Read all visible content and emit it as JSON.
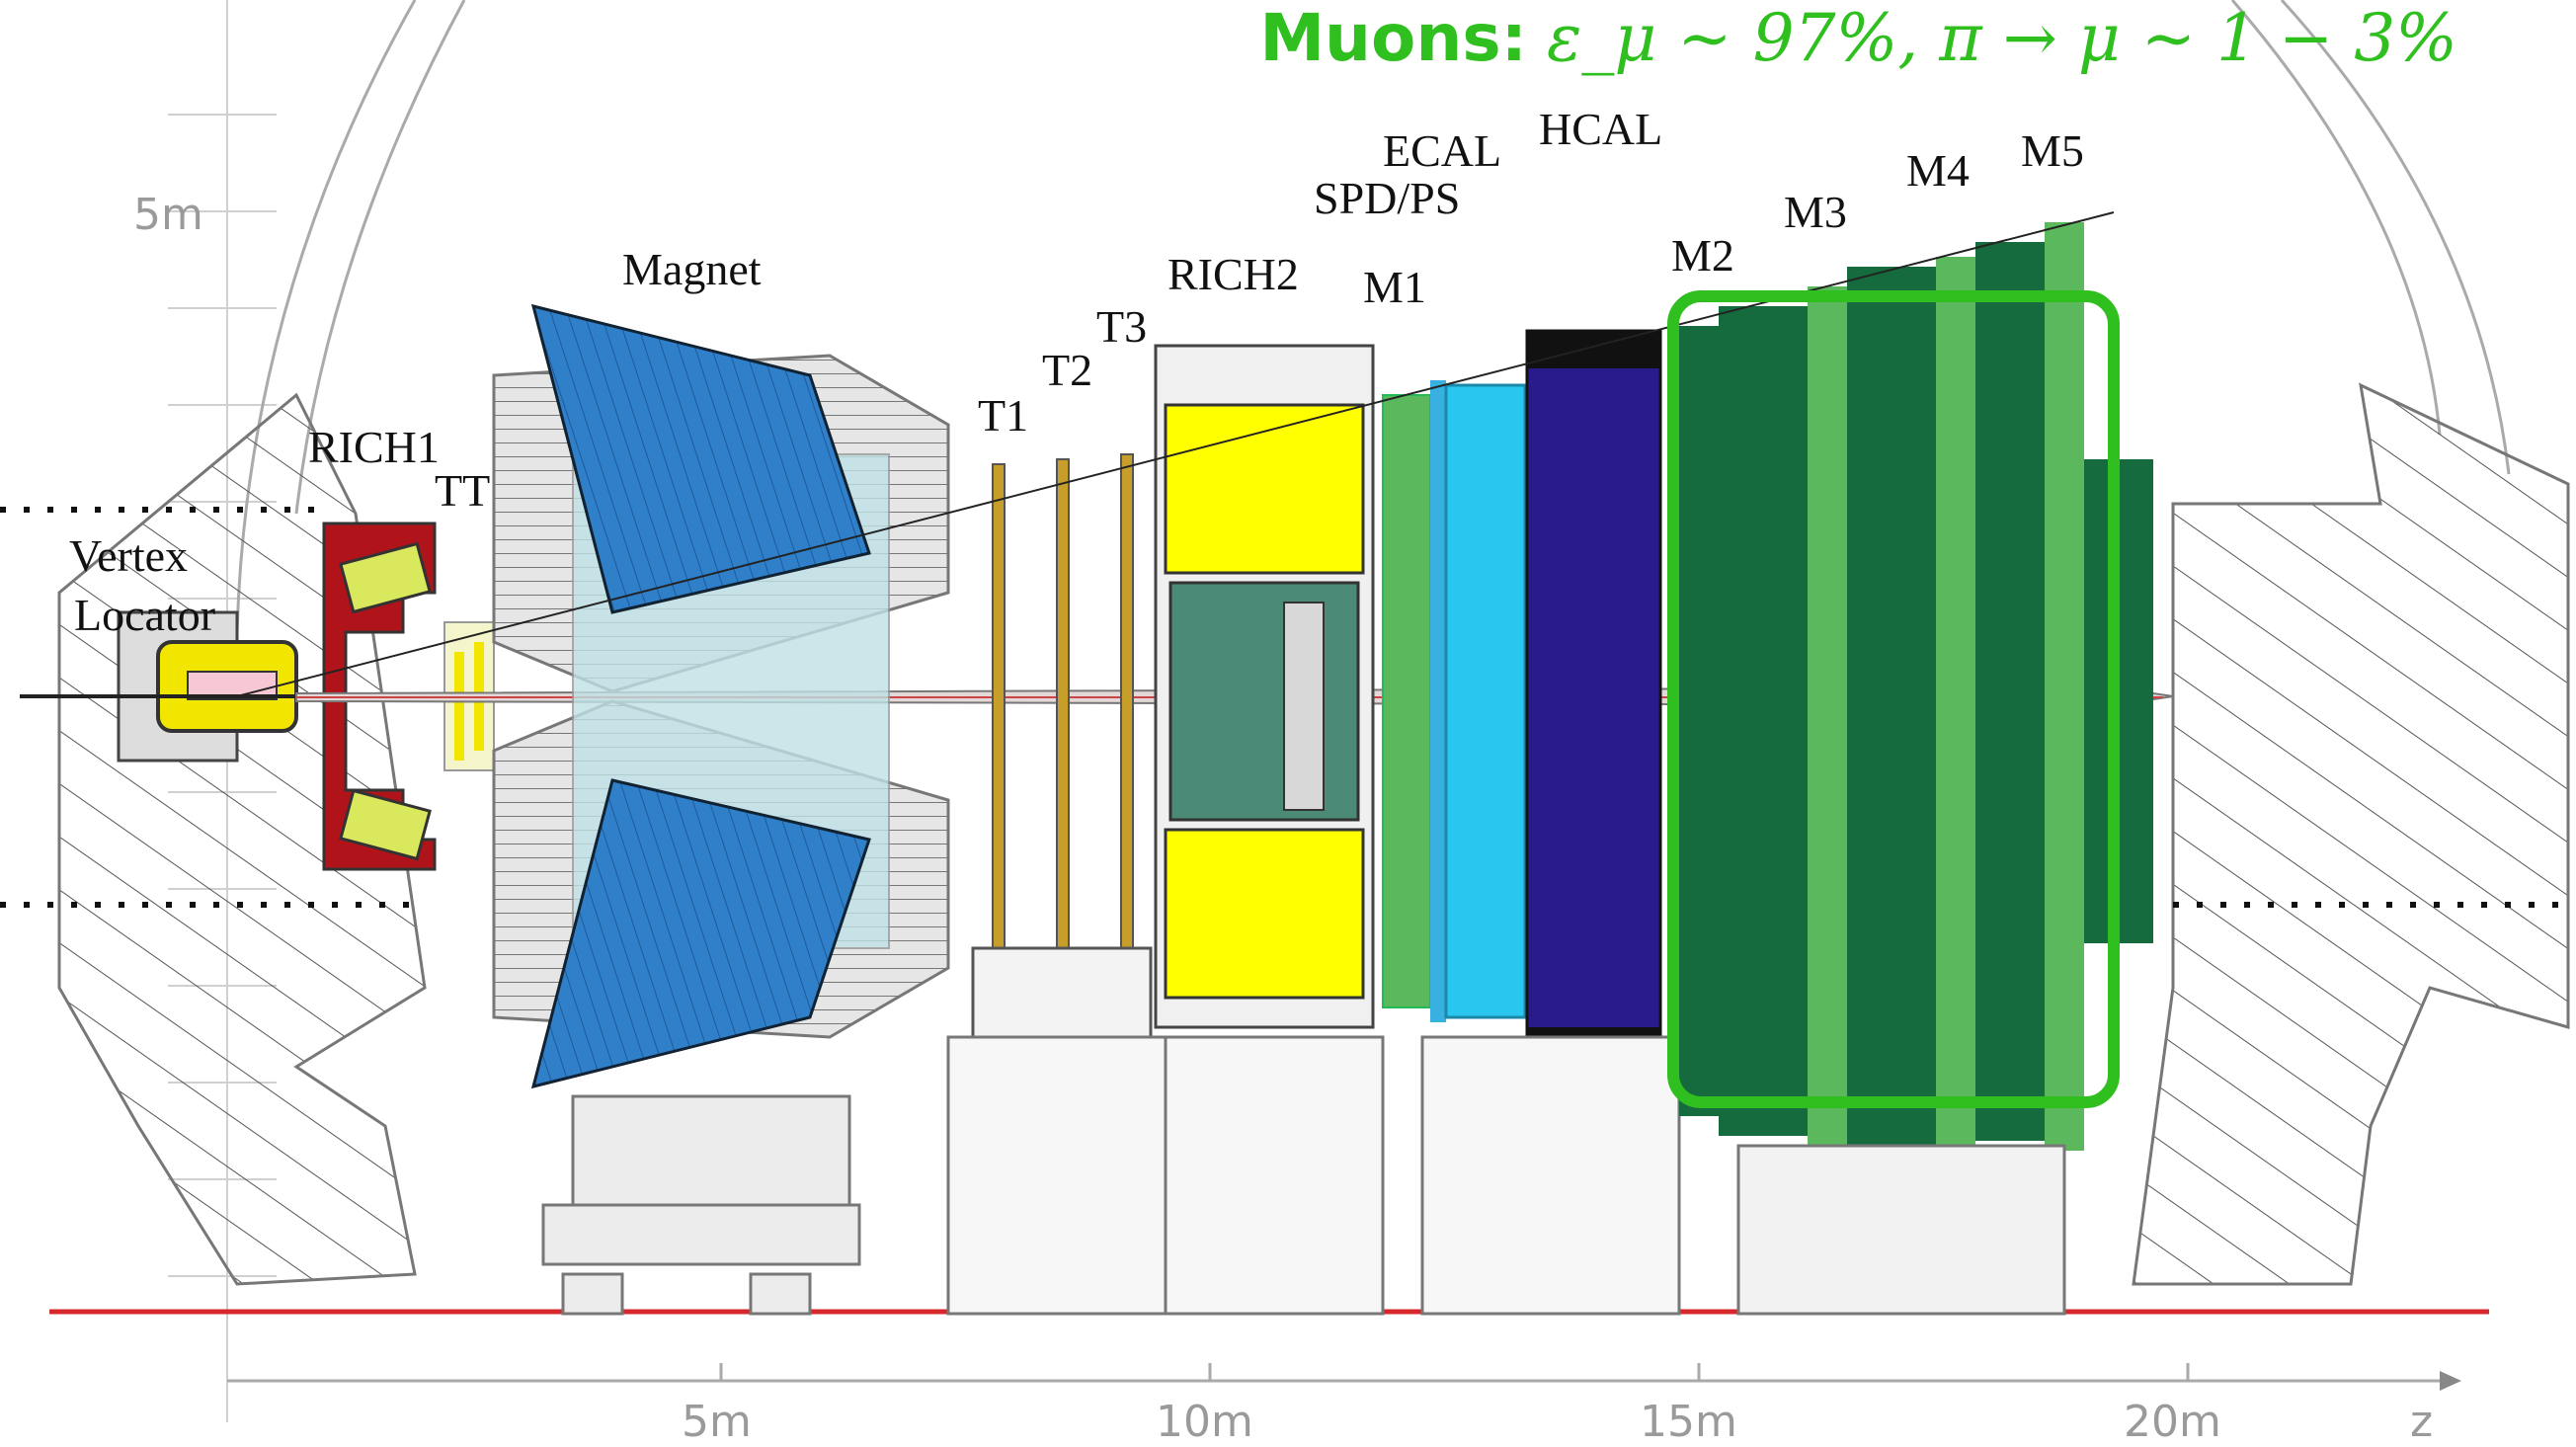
{
  "title": {
    "bold": "Muons:",
    "math": "ε_μ ∼ 97%, π → μ ∼ 1 − 3%"
  },
  "labels": {
    "vertex": "Vertex",
    "locator": "Locator",
    "rich1": "RICH1",
    "tt": "TT",
    "magnet": "Magnet",
    "t1": "T1",
    "t2": "T2",
    "t3": "T3",
    "rich2": "RICH2",
    "m1": "M1",
    "spd_ps": "SPD/PS",
    "ecal": "ECAL",
    "hcal": "HCAL",
    "m2": "M2",
    "m3": "M3",
    "m4": "M4",
    "m5": "M5"
  },
  "axis": {
    "y_tick_5m": "5m",
    "x_ticks": [
      "5m",
      "10m",
      "15m",
      "20m"
    ],
    "z_label": "z"
  },
  "colors": {
    "highlight": "#2fbf1f",
    "magnet": "#2f7fc9",
    "rich2_yellow": "#ffff00",
    "ecal": "#29c7ef",
    "hcal": "#2a1b8c",
    "muon_dark": "#156b3d",
    "muon_light": "#5cb85c",
    "vertex_yellow": "#f2e600",
    "rich1_red": "#b0141a",
    "beamline_red": "#d6282c"
  },
  "icons": [
    "detector-schematic"
  ]
}
